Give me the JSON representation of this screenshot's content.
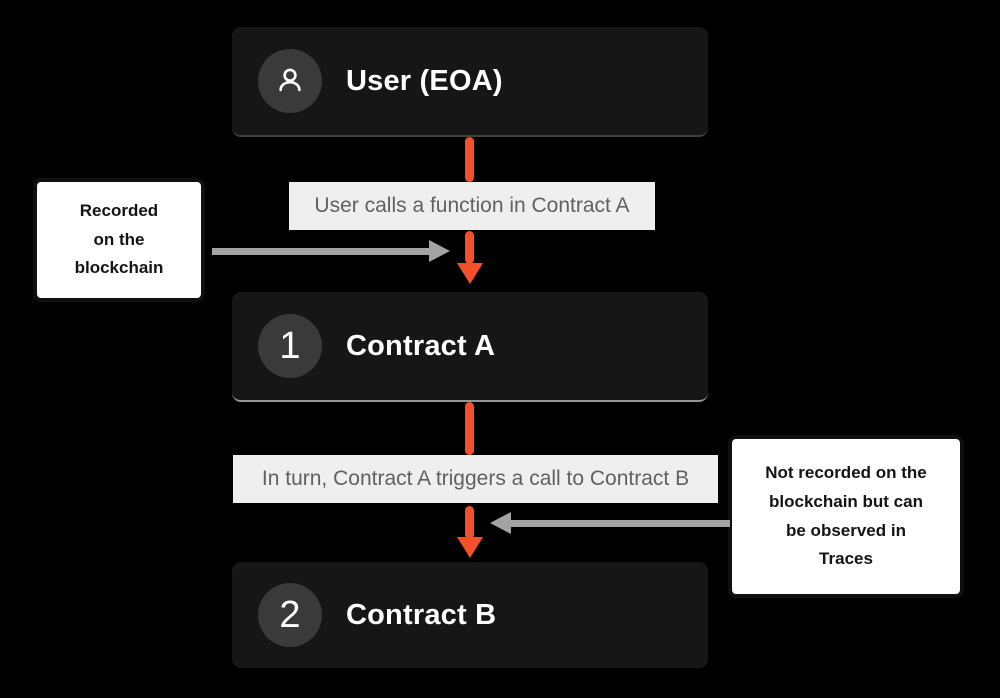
{
  "nodes": {
    "user": {
      "label": "User (EOA)"
    },
    "contract_a": {
      "badge": "1",
      "label": "Contract A"
    },
    "contract_b": {
      "badge": "2",
      "label": "Contract B"
    }
  },
  "flow_labels": {
    "user_to_a": "User calls a function in Contract A",
    "a_to_b": "In turn, Contract A triggers a call to Contract B"
  },
  "notes": {
    "recorded": {
      "lines": [
        "Recorded",
        "on the",
        "blockchain"
      ]
    },
    "traces": {
      "lines": [
        "Not recorded on the",
        "blockchain but can",
        "be observed in",
        "Traces"
      ]
    }
  },
  "icons": {
    "user_badge": "person-icon"
  },
  "colors": {
    "bg": "#000000",
    "node-bg": "#161616",
    "node-text": "#ffffff",
    "badge-bg": "#3a3a3a",
    "chip-bg": "#efefef",
    "chip-text": "#616161",
    "orange": "#f4502c",
    "gray-arrow": "#a3a3a3",
    "note-bg": "#ffffff",
    "note-border": "#0f0f0f",
    "note-text": "#141414"
  }
}
